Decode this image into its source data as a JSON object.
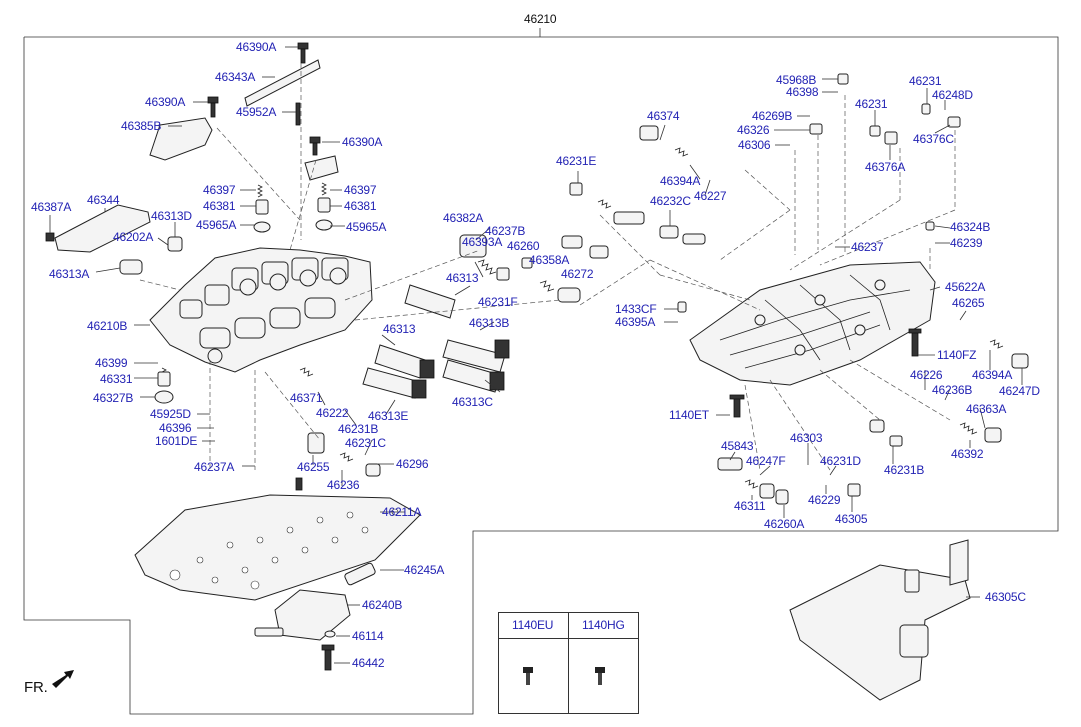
{
  "title_ref": "46210",
  "labels": {
    "l46390a_1": "46390A",
    "l46343a": "46343A",
    "l46390a_2": "46390A",
    "l45952a": "45952A",
    "l46385b": "46385B",
    "l46390a_3": "46390A",
    "l46397_1": "46397",
    "l46397_2": "46397",
    "l46381_1": "46381",
    "l46381_2": "46381",
    "l45965a_1": "45965A",
    "l45965a_2": "45965A",
    "l46387a": "46387A",
    "l46344": "46344",
    "l46313d": "46313D",
    "l46202a": "46202A",
    "l46313a": "46313A",
    "l46210b": "46210B",
    "l46399": "46399",
    "l46331": "46331",
    "l46327b": "46327B",
    "l45925d": "45925D",
    "l46396": "46396",
    "l1601de": "1601DE",
    "l46237a": "46237A",
    "l46382a": "46382A",
    "l46393a": "46393A",
    "l46237b": "46237B",
    "l46260": "46260",
    "l46358a": "46358A",
    "l46272": "46272",
    "l46313_1": "46313",
    "l46231f": "46231F",
    "l46313b": "46313B",
    "l46313_2": "46313",
    "l46371": "46371",
    "l46222": "46222",
    "l46313e": "46313E",
    "l46231b_1": "46231B",
    "l46313c": "46313C",
    "l46231c": "46231C",
    "l46296": "46296",
    "l46255": "46255",
    "l46236": "46236",
    "l46211a": "46211A",
    "l46245a": "46245A",
    "l46240b": "46240B",
    "l46114": "46114",
    "l46442": "46442",
    "l46374": "46374",
    "l46231e": "46231E",
    "l46394a_1": "46394A",
    "l46227": "46227",
    "l46232c": "46232C",
    "l45968b": "45968B",
    "l46398": "46398",
    "l46269b": "46269B",
    "l46326": "46326",
    "l46306": "46306",
    "l46231_1": "46231",
    "l46248d": "46248D",
    "l46231_2": "46231",
    "l46376c": "46376C",
    "l46376a": "46376A",
    "l46324b": "46324B",
    "l46239": "46239",
    "l46237": "46237",
    "l45622a": "45622A",
    "l46265": "46265",
    "l1433cf": "1433CF",
    "l46395a": "46395A",
    "l1140fz": "1140FZ",
    "l46226": "46226",
    "l46394a_2": "46394A",
    "l46247d": "46247D",
    "l46236b": "46236B",
    "l46363a": "46363A",
    "l1140et": "1140ET",
    "l46392": "46392",
    "l45843": "45843",
    "l46303": "46303",
    "l46247f": "46247F",
    "l46231d": "46231D",
    "l46231b_2": "46231B",
    "l46229": "46229",
    "l46311": "46311",
    "l46305": "46305",
    "l46260a": "46260A",
    "l46305c": "46305C"
  },
  "table": {
    "col1": "1140EU",
    "col2": "1140HG"
  },
  "fr_label": "FR."
}
